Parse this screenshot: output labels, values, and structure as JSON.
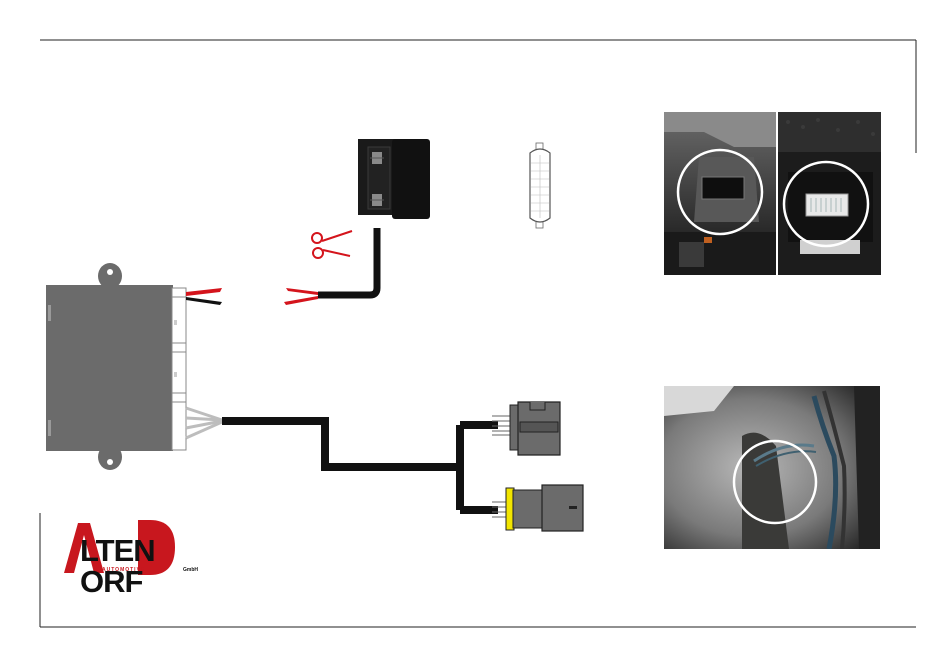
{
  "logo": {
    "wordmark": "LTEN  ORF",
    "subline": "AUTOMOTIVE",
    "suffix": "GmbH"
  },
  "colors": {
    "wire_black": "#111111",
    "wire_red": "#d4141c",
    "module_gray": "#6b6b6b",
    "connector_yellow": "#f2e500",
    "logo_red": "#c8171e"
  },
  "icons": {
    "cut": "scissors-icon"
  },
  "photos": [
    {
      "name": "photo-obd-port",
      "highlight": "circle"
    },
    {
      "name": "photo-obd-plug",
      "highlight": "circle"
    },
    {
      "name": "photo-footwell-harness",
      "highlight": "circle"
    }
  ]
}
